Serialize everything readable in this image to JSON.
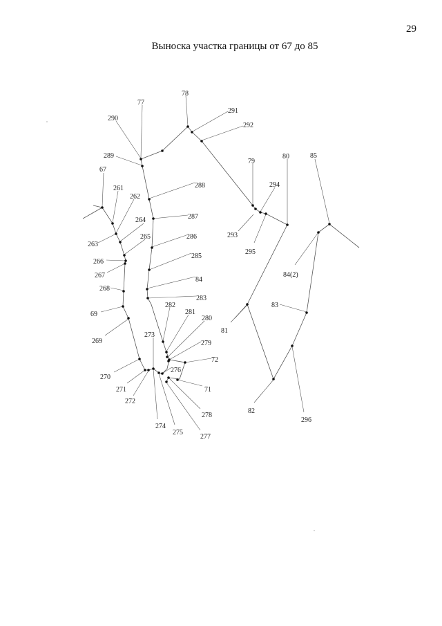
{
  "page": {
    "number": "29",
    "title": "Выноска участка границы от 67 до 85"
  },
  "style": {
    "line_color": "#555555",
    "point_color": "#111111",
    "text_color": "#222222"
  },
  "callouts": [
    {
      "label": "77"
    },
    {
      "label": "78"
    },
    {
      "label": "290"
    },
    {
      "label": "291"
    },
    {
      "label": "292"
    },
    {
      "label": "289"
    },
    {
      "label": "79"
    },
    {
      "label": "80"
    },
    {
      "label": "85"
    },
    {
      "label": "67"
    },
    {
      "label": "261"
    },
    {
      "label": "262"
    },
    {
      "label": "288"
    },
    {
      "label": "294"
    },
    {
      "label": "264"
    },
    {
      "label": "287"
    },
    {
      "label": "263"
    },
    {
      "label": "265"
    },
    {
      "label": "286"
    },
    {
      "label": "293"
    },
    {
      "label": "295"
    },
    {
      "label": "266"
    },
    {
      "label": "285"
    },
    {
      "label": "267"
    },
    {
      "label": "84(2)"
    },
    {
      "label": "84"
    },
    {
      "label": "268"
    },
    {
      "label": "283"
    },
    {
      "label": "282"
    },
    {
      "label": "83"
    },
    {
      "label": "281"
    },
    {
      "label": "69"
    },
    {
      "label": "280"
    },
    {
      "label": "81"
    },
    {
      "label": "273"
    },
    {
      "label": "269"
    },
    {
      "label": "279"
    },
    {
      "label": "72"
    },
    {
      "label": "276"
    },
    {
      "label": "270"
    },
    {
      "label": "271"
    },
    {
      "label": "71"
    },
    {
      "label": "272"
    },
    {
      "label": "82"
    },
    {
      "label": "278"
    },
    {
      "label": "296"
    },
    {
      "label": "274"
    },
    {
      "label": "275"
    },
    {
      "label": "277"
    }
  ]
}
